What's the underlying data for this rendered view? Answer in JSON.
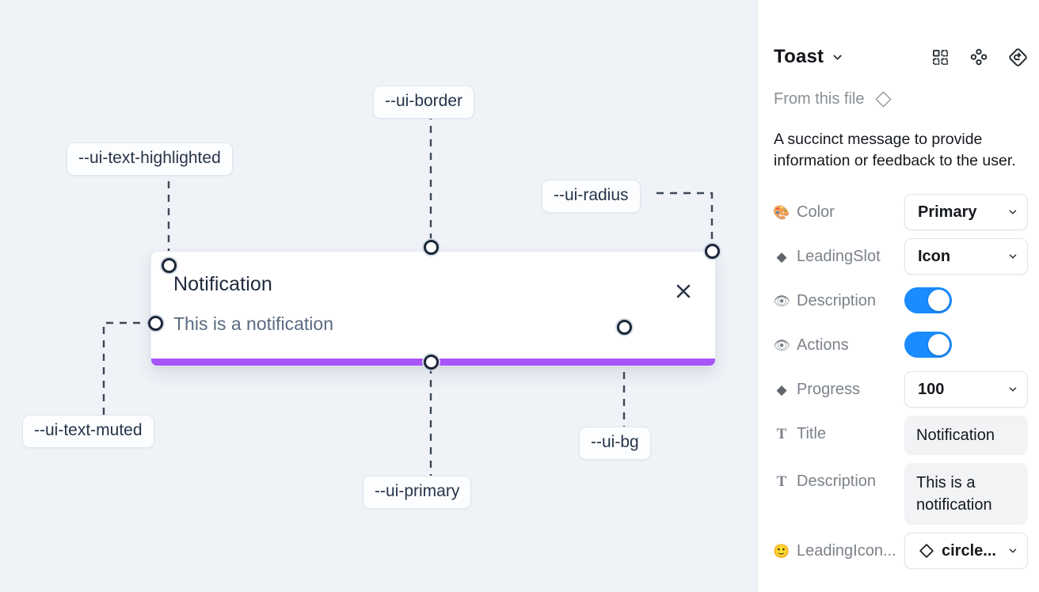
{
  "canvas": {
    "background_color": "#eff2f7",
    "toast": {
      "title": "Notification",
      "description": "This is a notification",
      "close_icon": "close-x-icon",
      "progress_color": "#a855f7",
      "background_color": "#ffffff"
    },
    "tokens": [
      {
        "id": "text-highlighted",
        "label": "--ui-text-highlighted"
      },
      {
        "id": "border",
        "label": "--ui-border"
      },
      {
        "id": "radius",
        "label": "--ui-radius"
      },
      {
        "id": "text-muted",
        "label": "--ui-text-muted"
      },
      {
        "id": "primary",
        "label": "--ui-primary"
      },
      {
        "id": "bg",
        "label": "--ui-bg"
      }
    ]
  },
  "panel": {
    "title": "Toast",
    "title_chevron_icon": "chevron-down-icon",
    "header_icons": [
      {
        "name": "component-grid-icon"
      },
      {
        "name": "variants-diamond-dots-icon"
      },
      {
        "name": "reset-instance-icon"
      }
    ],
    "from_file": {
      "label": "From this file",
      "icon": "diamond-outline-icon"
    },
    "description": "A succinct message to provide information or feedback to the user.",
    "properties": [
      {
        "icon": "palette-emoji-icon",
        "glyph": "🎨",
        "icon_kind": "emoji",
        "label": "Color",
        "control": "select",
        "value": "Primary"
      },
      {
        "icon": "diamond-solid-icon",
        "glyph": "◆",
        "icon_kind": "diamond",
        "label": "LeadingSlot",
        "control": "select",
        "value": "Icon"
      },
      {
        "icon": "eye-emoji-icon",
        "glyph": "👁",
        "icon_kind": "emoji",
        "label": "Description",
        "control": "toggle",
        "value": "on"
      },
      {
        "icon": "eye-emoji-icon",
        "glyph": "👁",
        "icon_kind": "emoji",
        "label": "Actions",
        "control": "toggle",
        "value": "on"
      },
      {
        "icon": "diamond-solid-icon",
        "glyph": "◆",
        "icon_kind": "diamond",
        "label": "Progress",
        "control": "select",
        "value": "100"
      },
      {
        "icon": "text-t-icon",
        "glyph": "T",
        "icon_kind": "serif-t",
        "label": "Title",
        "control": "text",
        "value": "Notification"
      },
      {
        "icon": "text-t-icon",
        "glyph": "T",
        "icon_kind": "serif-t",
        "label": "Description",
        "control": "text",
        "value": "This is a notification"
      },
      {
        "icon": "smiley-emoji-icon",
        "glyph": "🙂",
        "icon_kind": "emoji",
        "label": "LeadingIcon...",
        "control": "icon-select",
        "value": "circle..."
      }
    ]
  },
  "colors": {
    "accent_toggle": "#1a8cff",
    "primary_purple": "#a855f7",
    "canvas_bg": "#eff2f7"
  }
}
